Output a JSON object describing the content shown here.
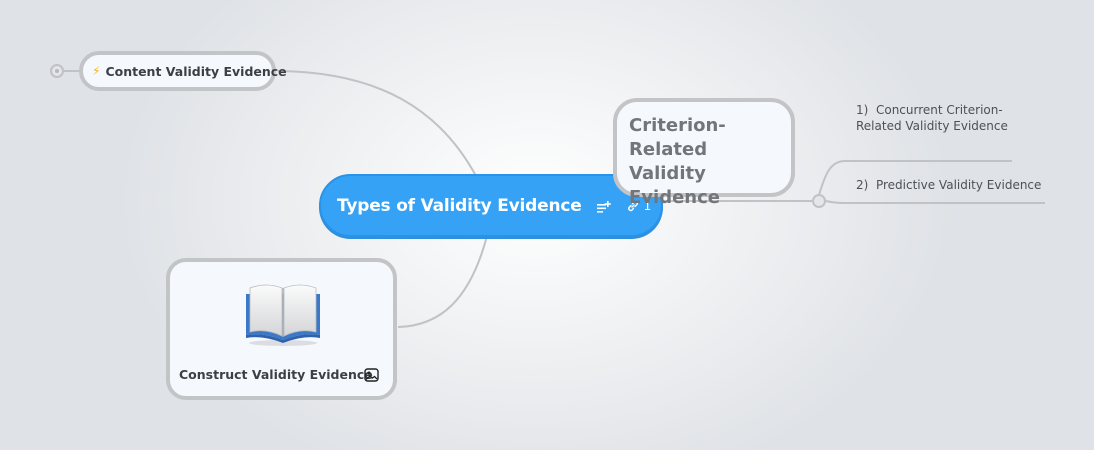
{
  "central_topic": {
    "title": "Types of Validity Evidence",
    "notes_icon": "notes-add-icon",
    "link_icon": "link-icon",
    "link_count": "1",
    "color": "#35a2f6"
  },
  "topics": {
    "content": {
      "icon": "lightning-icon",
      "label": "Content Validity Evidence"
    },
    "criterion": {
      "label_lines": [
        "Criterion-Related",
        "Validity",
        "Evidence"
      ],
      "subtopics": [
        {
          "number": "1)",
          "label": "Concurrent Criterion-Related Validity Evidence"
        },
        {
          "number": "2)",
          "label": "Predictive Validity Evidence"
        }
      ]
    },
    "construct": {
      "image": "open-book-image",
      "label": "Construct Validity Evidence",
      "image_icon": "image-icon"
    }
  },
  "colors": {
    "line": "#c0c2c5",
    "node_border": "#c3c4c6",
    "node_fill": "#f5f8fd",
    "bolt": "#f5b323"
  }
}
